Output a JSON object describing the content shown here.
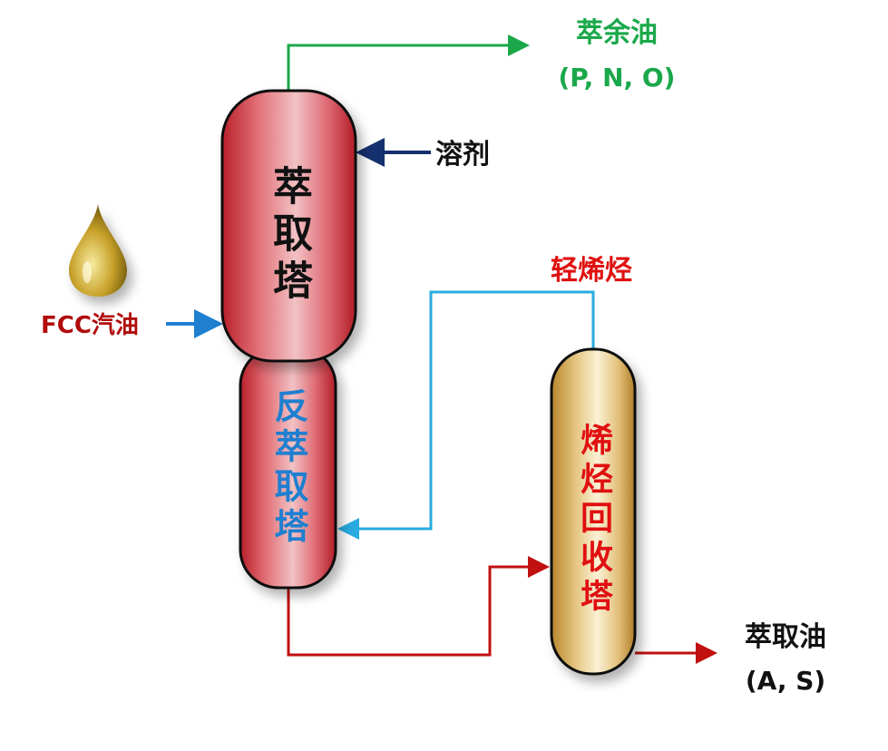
{
  "towers": {
    "extraction": {
      "label": "萃取塔",
      "text_color": "#111111"
    },
    "back_extraction": {
      "label": "反萃取塔",
      "text_color": "#1f7fd0"
    },
    "olefin_recovery": {
      "label": "烯烃回收塔",
      "text_color": "#e01010"
    }
  },
  "streams": {
    "raffinate": {
      "label": "萃余油",
      "sub": "(P, N, O)",
      "color": "#1aa84a"
    },
    "solvent": {
      "label": "溶剂",
      "color": "#14306e"
    },
    "feed": {
      "label": "FCC汽油",
      "color": "#b00c0c",
      "arrow_color": "#1f7fd0"
    },
    "light_olefin": {
      "label": "轻烯烃",
      "color": "#e01010",
      "line_color": "#29abe2"
    },
    "extract_oil": {
      "label": "萃取油",
      "sub": "(A, S)",
      "color": "#111111",
      "line_color": "#c01010"
    }
  },
  "icons": {
    "feed_droplet": "oil-droplet-icon"
  }
}
